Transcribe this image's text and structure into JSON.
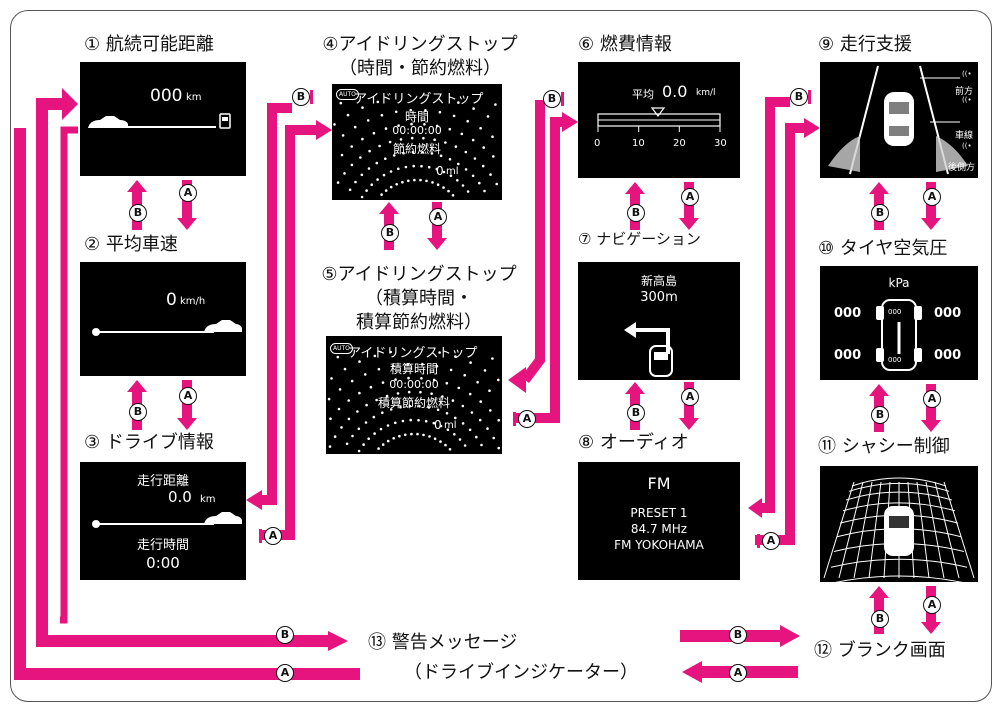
{
  "screens": {
    "s1": {
      "title": "① 航続可能距離",
      "value": "000",
      "unit": "km"
    },
    "s2": {
      "title": "② 平均車速",
      "value": "0",
      "unit": "km/h"
    },
    "s3": {
      "title": "③ ドライブ情報",
      "dist_label": "走行距離",
      "dist_value": "0.0",
      "dist_unit": "km",
      "time_label": "走行時間",
      "time_value": "0:00"
    },
    "s4": {
      "title_l1": "④アイドリングストップ",
      "title_l2": "（時間・節約燃料）",
      "banner": "アイドリングストップ",
      "line1": "時間",
      "line2": "00:00:00",
      "line3": "節約燃料",
      "line4": "0",
      "unit": "ml",
      "auto_badge": "AUTO"
    },
    "s5": {
      "title_l1": "⑤アイドリングストップ",
      "title_l2": "（積算時間・",
      "title_l3": "積算節約燃料）",
      "banner": "アイドリングストップ",
      "line1": "積算時間",
      "line2": "00:00:00",
      "line3": "積算節約燃料",
      "line4": "0",
      "unit": "ml",
      "auto_badge": "AUTO"
    },
    "s6": {
      "title": "⑥ 燃費情報",
      "avg_label": "平均",
      "avg_value": "0.0",
      "unit": "km/l",
      "scale": [
        "0",
        "10",
        "20",
        "30"
      ]
    },
    "s7": {
      "title": "⑦ ナビゲーション",
      "place": "新高島",
      "distance": "300m"
    },
    "s8": {
      "title": "⑧ オーディオ",
      "band": "FM",
      "preset": "PRESET 1",
      "freq": "84.7 MHz",
      "station": "FM YOKOHAMA"
    },
    "s9": {
      "title": "⑨ 走行支援",
      "label_front": "前方",
      "label_lane": "車線",
      "label_rear": "後側方"
    },
    "s10": {
      "title": "⑩ タイヤ空気圧",
      "unit": "kPa",
      "fl": "000",
      "fr": "000",
      "rl": "000",
      "rr": "000",
      "car_fl": "000",
      "car_rl": "000"
    },
    "s11": {
      "title": "⑪ シャシー制御"
    },
    "s12": {
      "title": "⑫ ブランク画面"
    },
    "s13": {
      "title_l1": "⑬ 警告メッセージ",
      "title_l2": "（ドライブインジケーター）"
    }
  },
  "buttons": {
    "a": "A",
    "b": "B"
  },
  "colors": {
    "accent": "#e6147e",
    "screen_bg": "#000000",
    "text": "#111111"
  }
}
